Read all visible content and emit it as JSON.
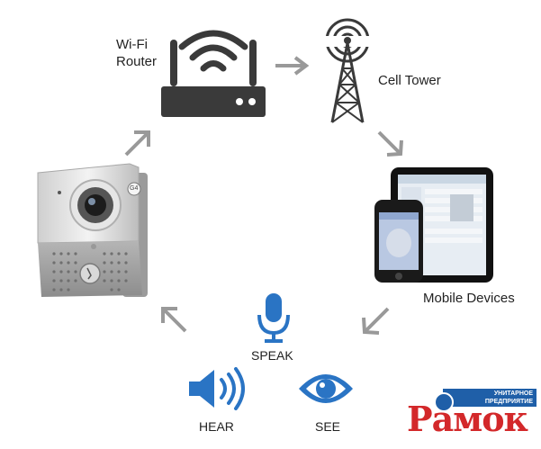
{
  "nodes": {
    "router": {
      "label_line1": "Wi-Fi",
      "label_line2": "Router"
    },
    "tower": {
      "label": "Cell Tower"
    },
    "mobile": {
      "label": "Mobile Devices"
    },
    "speak": {
      "label": "SPEAK"
    },
    "hear": {
      "label": "HEAR"
    },
    "see": {
      "label": "SEE"
    },
    "doorbell": {
      "badge": "G4"
    }
  },
  "logo": {
    "wordmark": "Рамок",
    "subtitle_line1": "УНИТАРНОЕ",
    "subtitle_line2": "ПРЕДПРИЯТИЕ"
  },
  "colors": {
    "icon_dark": "#3a3a3a",
    "accent_blue": "#2a74c4",
    "arrow_gray": "#999999",
    "logo_red": "#d3282a",
    "logo_blue": "#1f5fa8"
  }
}
